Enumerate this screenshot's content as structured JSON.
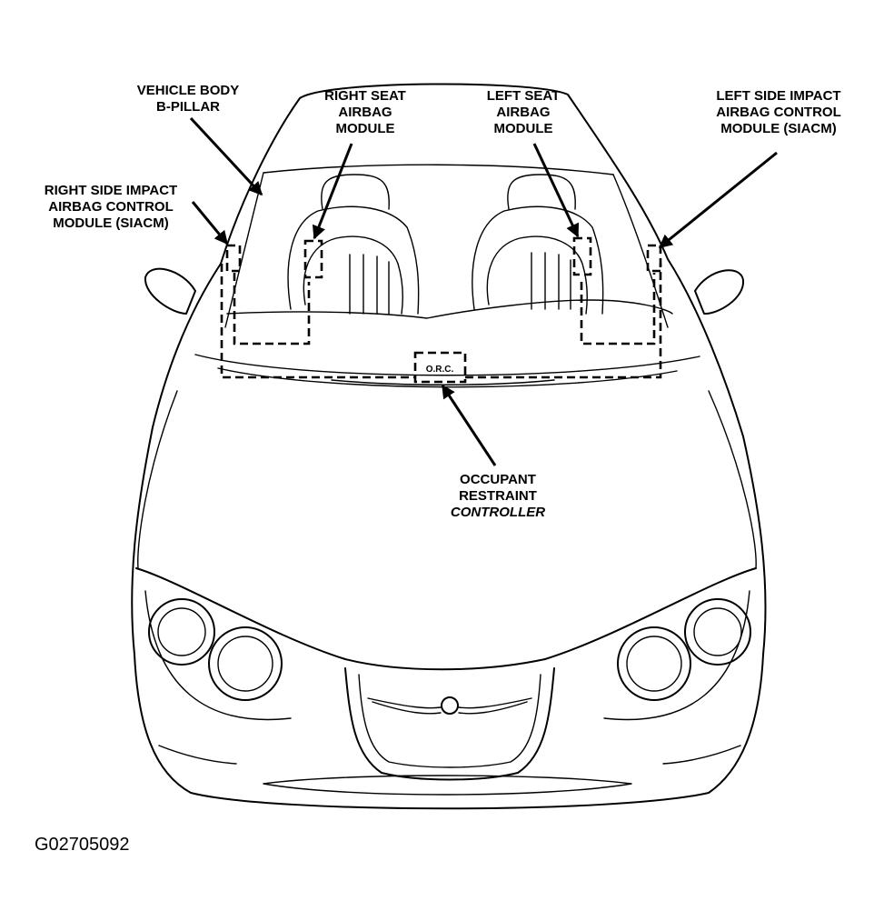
{
  "labels": {
    "vehicle_body_b_pillar": [
      "VEHICLE BODY",
      "B-PILLAR"
    ],
    "right_seat_airbag_module": [
      "RIGHT SEAT",
      "AIRBAG",
      "MODULE"
    ],
    "left_seat_airbag_module": [
      "LEFT SEAT",
      "AIRBAG",
      "MODULE"
    ],
    "left_side_impact_module": [
      "LEFT SIDE IMPACT",
      "AIRBAG CONTROL",
      "MODULE (SIACM)"
    ],
    "right_side_impact_module": [
      "RIGHT SIDE IMPACT",
      "AIRBAG CONTROL",
      "MODULE (SIACM)"
    ],
    "occupant_restraint_controller": [
      "OCCUPANT",
      "RESTRAINT",
      "CONTROLLER"
    ],
    "orc_box": "O.R.C."
  },
  "figure_id": "G02705092"
}
